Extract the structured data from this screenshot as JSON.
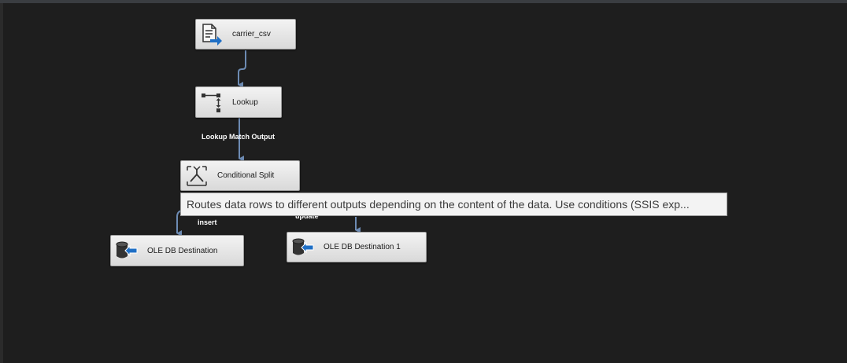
{
  "nodes": {
    "source": {
      "label": "carrier_csv",
      "icon": "flat-file-source-icon"
    },
    "lookup": {
      "label": "Lookup",
      "icon": "lookup-icon"
    },
    "split": {
      "label": "Conditional Split",
      "icon": "conditional-split-icon"
    },
    "dest_insert": {
      "label": "OLE DB Destination",
      "icon": "ole-db-destination-icon"
    },
    "dest_update": {
      "label": "OLE DB Destination 1",
      "icon": "ole-db-destination-icon"
    }
  },
  "paths": {
    "lookup_match": "Lookup Match Output",
    "insert": "insert",
    "update": "update"
  },
  "tooltip": {
    "text": "Routes data rows to different outputs depending on the content of the data. Use conditions (SSIS exp..."
  },
  "colors": {
    "canvas": "#1e1e1e",
    "connector": "#6d8bb3",
    "node_fill": "#e6e6e6",
    "icon_blue": "#1f6fc5"
  }
}
